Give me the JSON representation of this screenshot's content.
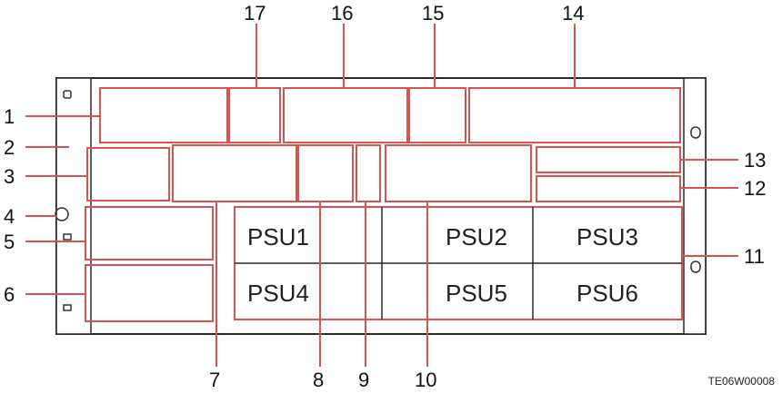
{
  "callouts": [
    {
      "id": "1",
      "label": "1"
    },
    {
      "id": "2",
      "label": "2"
    },
    {
      "id": "3",
      "label": "3"
    },
    {
      "id": "4",
      "label": "4"
    },
    {
      "id": "5",
      "label": "5"
    },
    {
      "id": "6",
      "label": "6"
    },
    {
      "id": "7",
      "label": "7"
    },
    {
      "id": "8",
      "label": "8"
    },
    {
      "id": "9",
      "label": "9"
    },
    {
      "id": "10",
      "label": "10"
    },
    {
      "id": "11",
      "label": "11"
    },
    {
      "id": "12",
      "label": "12"
    },
    {
      "id": "13",
      "label": "13"
    },
    {
      "id": "14",
      "label": "14"
    },
    {
      "id": "15",
      "label": "15"
    },
    {
      "id": "16",
      "label": "16"
    },
    {
      "id": "17",
      "label": "17"
    }
  ],
  "psu_slots": [
    {
      "id": "psu1",
      "label": "PSU1"
    },
    {
      "id": "psu2",
      "label": "PSU2"
    },
    {
      "id": "psu3",
      "label": "PSU3"
    },
    {
      "id": "psu4",
      "label": "PSU4"
    },
    {
      "id": "psu5",
      "label": "PSU5"
    },
    {
      "id": "psu6",
      "label": "PSU6"
    }
  ],
  "figure_id": "TE06W00008",
  "colors": {
    "line": "#2a2a2a",
    "highlight": "#d9534f",
    "panel": "#ffffff"
  }
}
